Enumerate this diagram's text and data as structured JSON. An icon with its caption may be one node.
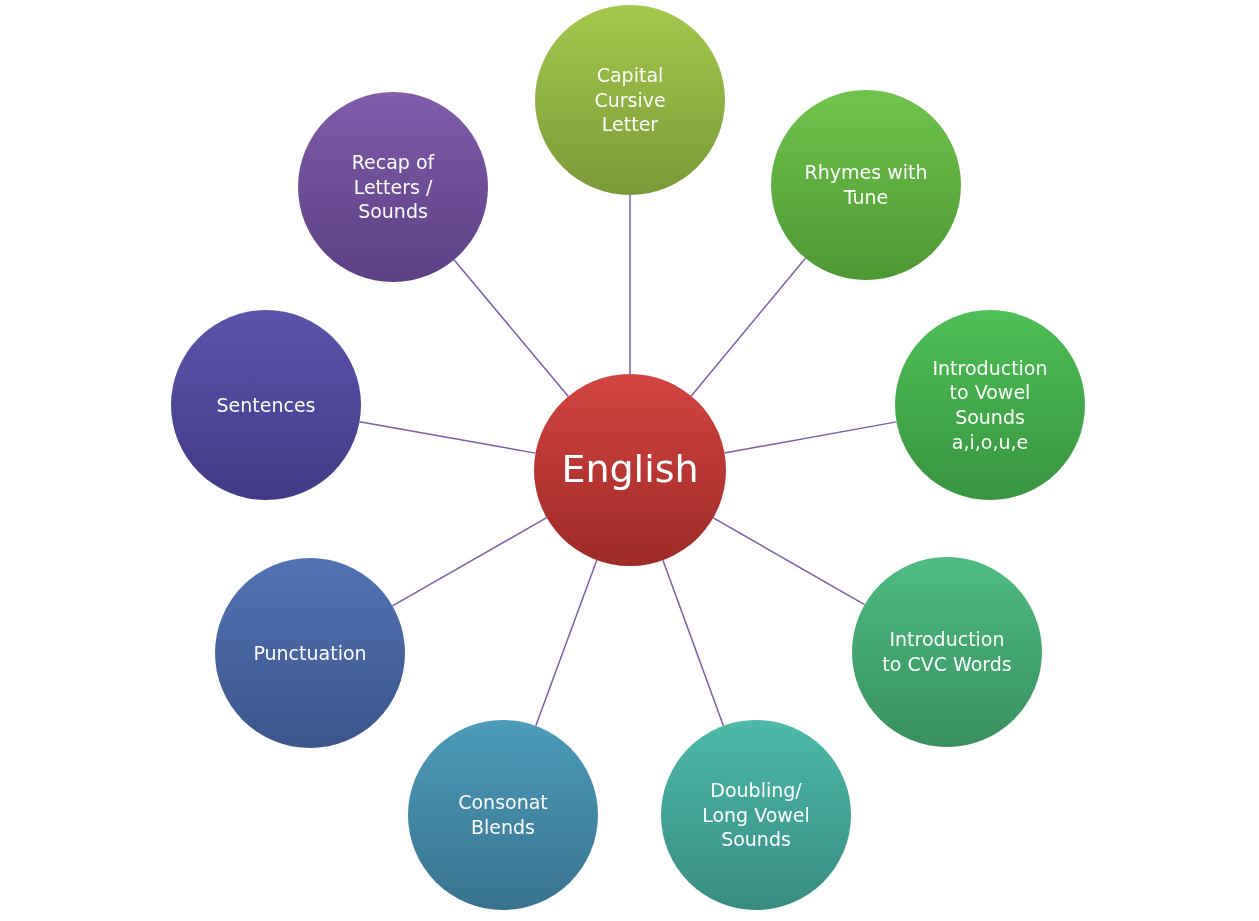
{
  "diagram": {
    "nodes": [
      {
        "text": [
          "English"
        ]
      },
      {
        "text": [
          "Capital Cursive Letter"
        ]
      },
      {
        "text": [
          "Rhymes with Tune"
        ]
      },
      {
        "text": [
          "Introduction to Vowel Sounds a,i,o,u,e"
        ]
      },
      {
        "text": [
          "Introduction to CVC Words"
        ]
      },
      {
        "text": [
          "Doubling/ Long Vowel Sounds"
        ]
      },
      {
        "text": [
          "Consonat Blends"
        ]
      },
      {
        "text": [
          "Punctuation"
        ]
      },
      {
        "text": [
          "Sentences"
        ]
      },
      {
        "text": [
          "Recap of Letters / Sounds"
        ]
      }
    ],
    "edges": [
      {
        "from": 0,
        "to": 1,
        "arrow": "none"
      },
      {
        "from": 0,
        "to": 2,
        "arrow": "none"
      },
      {
        "from": 0,
        "to": 3,
        "arrow": "none"
      },
      {
        "from": 0,
        "to": 4,
        "arrow": "none"
      },
      {
        "from": 0,
        "to": 5,
        "arrow": "none"
      },
      {
        "from": 0,
        "to": 6,
        "arrow": "none"
      },
      {
        "from": 0,
        "to": 7,
        "arrow": "none"
      },
      {
        "from": 0,
        "to": 8,
        "arrow": "none"
      },
      {
        "from": 0,
        "to": 9,
        "arrow": "none"
      }
    ]
  }
}
